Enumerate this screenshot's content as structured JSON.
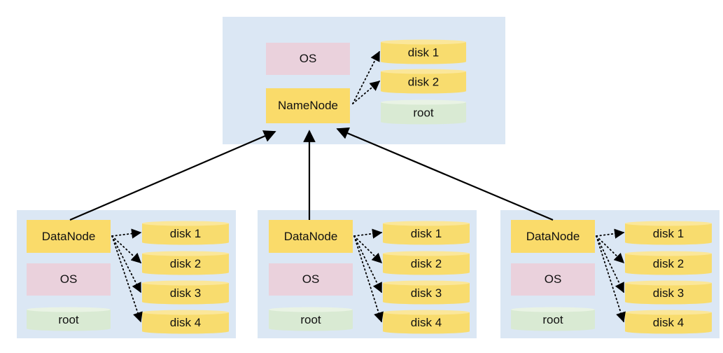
{
  "colors": {
    "panel": "#dbe7f4",
    "node": "#fadb6a",
    "os": "#ead1dc",
    "disk_body": "#f8dc6e",
    "disk_top": "#fbe79a",
    "root_body": "#d9ead3",
    "root_top": "#e9f3e4",
    "arrow": "#000000"
  },
  "master": {
    "os_label": "OS",
    "node_label": "NameNode",
    "disks": [
      "disk 1",
      "disk 2"
    ],
    "root_label": "root"
  },
  "workers": [
    {
      "node_label": "DataNode",
      "os_label": "OS",
      "root_label": "root",
      "disks": [
        "disk 1",
        "disk 2",
        "disk 3",
        "disk 4"
      ]
    },
    {
      "node_label": "DataNode",
      "os_label": "OS",
      "root_label": "root",
      "disks": [
        "disk 1",
        "disk 2",
        "disk 3",
        "disk 4"
      ]
    },
    {
      "node_label": "DataNode",
      "os_label": "OS",
      "root_label": "root",
      "disks": [
        "disk 1",
        "disk 2",
        "disk 3",
        "disk 4"
      ]
    }
  ]
}
